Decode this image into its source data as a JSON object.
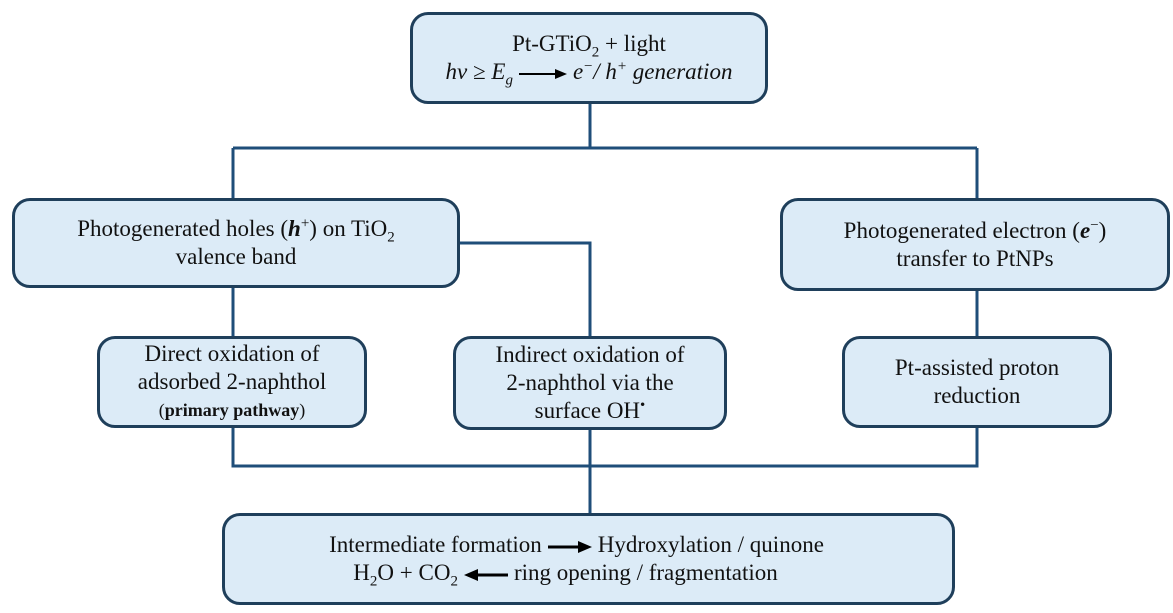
{
  "colors": {
    "box_fill": "#dcebf7",
    "box_border": "#1f3f5b",
    "connector": "#1f4e79",
    "arrow": "#000000"
  },
  "nodes": {
    "top": {
      "line1_pre": "Pt-GTiO",
      "line1_sub": "2",
      "line1_post": " + light",
      "line2_hv": "hv ≥ E",
      "line2_sub": "g",
      "line2_e": "e",
      "line2_e_sup": "−",
      "line2_slash": "/ h",
      "line2_h_sup": "+",
      "line2_post": " generation"
    },
    "holes": {
      "line1_pre": "Photogenerated holes (",
      "line1_h": "h",
      "line1_sup": "+",
      "line1_post": ") on TiO",
      "line1_sub": "2",
      "line2": "valence band"
    },
    "electron": {
      "line1_pre": "Photogenerated electron (",
      "line1_e": "e",
      "line1_sup": "−",
      "line1_post": ")",
      "line2": "transfer to PtNPs"
    },
    "direct": {
      "line1": "Direct oxidation of",
      "line2": "adsorbed 2-naphthol",
      "line3_open": "(",
      "line3_bold": "primary pathway",
      "line3_close": ")"
    },
    "indirect": {
      "line1": "Indirect oxidation of",
      "line2": "2-naphthol via the",
      "line3": "surface OH",
      "line3_sup": "•"
    },
    "proton": {
      "line1": "Pt-assisted proton",
      "line2": "reduction"
    },
    "bottom": {
      "line1_a": "Intermediate formation",
      "line1_b": "Hydroxylation / quinone",
      "line2_h": "H",
      "line2_h_sub": "2",
      "line2_o_co": "O + CO",
      "line2_co_sub": "2",
      "line2_b": "ring opening / fragmentation"
    }
  }
}
